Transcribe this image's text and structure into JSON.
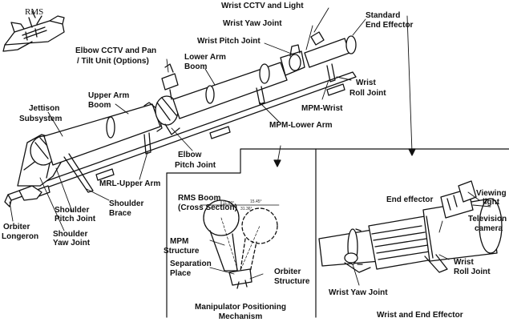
{
  "labels": {
    "rms": "RMS",
    "wrist_cctv": "Wrist CCTV and Light",
    "standard_ee_1": "Standard",
    "standard_ee_2": "End Effector",
    "wrist_yaw": "Wrist Yaw Joint",
    "wrist_pitch": "Wrist Pitch Joint",
    "elbow_cctv_1": "Elbow CCTV and Pan",
    "elbow_cctv_2": "/ Tilt Unit (Options)",
    "lower_arm_1": "Lower Arm",
    "lower_arm_2": "Boom",
    "wrist_roll_1": "Wrist",
    "wrist_roll_2": "Roll Joint",
    "mpm_wrist": "MPM-Wrist",
    "upper_arm_1": "Upper Arm",
    "upper_arm_2": "Boom",
    "jettison_1": "Jettison",
    "jettison_2": "Subsystem",
    "mpm_lower": "MPM-Lower Arm",
    "elbow_pitch_1": "Elbow",
    "elbow_pitch_2": "Pitch Joint",
    "mrl_upper": "MRL-Upper Arm",
    "shoulder_brace_1": "Shoulder",
    "shoulder_brace_2": "Brace",
    "shoulder_pitch_1": "Shoulder",
    "shoulder_pitch_2": "Pitch Joint",
    "shoulder_yaw_1": "Shoulder",
    "shoulder_yaw_2": "Yaw Joint",
    "orbiter_longeron_1": "Orbiter",
    "orbiter_longeron_2": "Longeron"
  },
  "mpm_inset": {
    "rms_boom_1": "RMS Boom",
    "rms_boom_2": "(Cross Section)",
    "dim_1": "11.09°",
    "dim_2": "15.45°",
    "dim_3": "31.36°",
    "mpm_structure_1": "MPM",
    "mpm_structure_2": "Structure",
    "separation_1": "Separation",
    "separation_2": "Place",
    "orbiter_structure_1": "Orbiter",
    "orbiter_structure_2": "Structure",
    "caption_1": "Manipulator Positioning",
    "caption_2": "Mechanism"
  },
  "wrist_inset": {
    "viewing_light_1": "Viewing",
    "viewing_light_2": "light",
    "end_effector": "End effector",
    "tv_camera_1": "Television",
    "tv_camera_2": "camera",
    "wrist_roll_1": "Wrist",
    "wrist_roll_2": "Roll Joint",
    "wrist_yaw": "Wrist Yaw Joint",
    "caption": "Wrist and End Effector"
  }
}
